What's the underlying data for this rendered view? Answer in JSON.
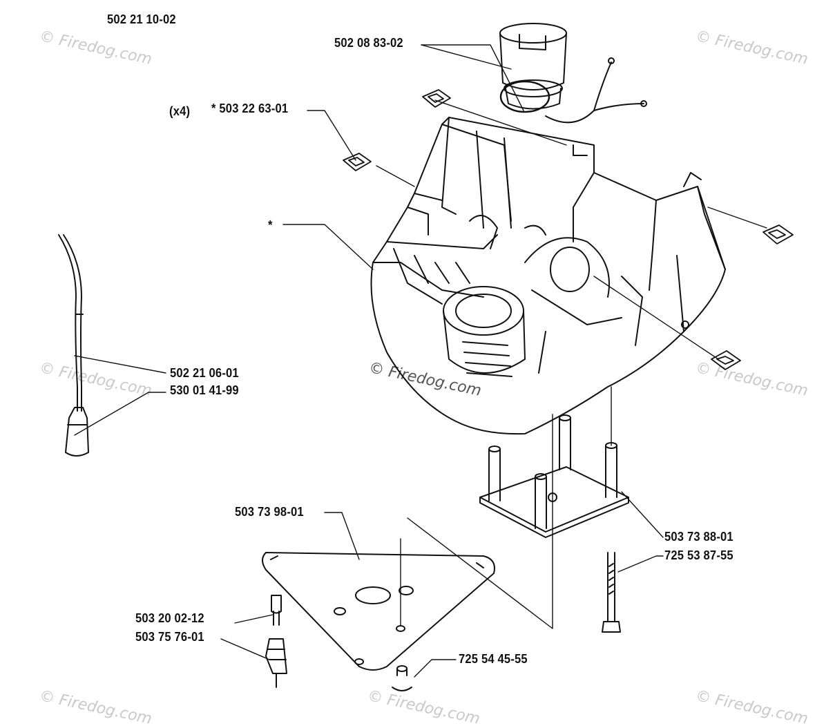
{
  "diagram": {
    "assembly_number": "502 21 10-02",
    "watermark": "© Firedog.com",
    "labels": {
      "cap": "502 08 83-02",
      "qty_x4": "(x4)",
      "clip": "* 503 22 63-01",
      "asterisk": "*",
      "fuel_hose": "502 21 06-01",
      "fuel_filter": "530 01 41-99",
      "plate": "503 73 98-01",
      "screw_a": "503 20 02-12",
      "valve": "503 75 76-01",
      "nut": "725 54 45-55",
      "mount": "503 73 88-01",
      "bolt": "725 53 87-55"
    }
  }
}
